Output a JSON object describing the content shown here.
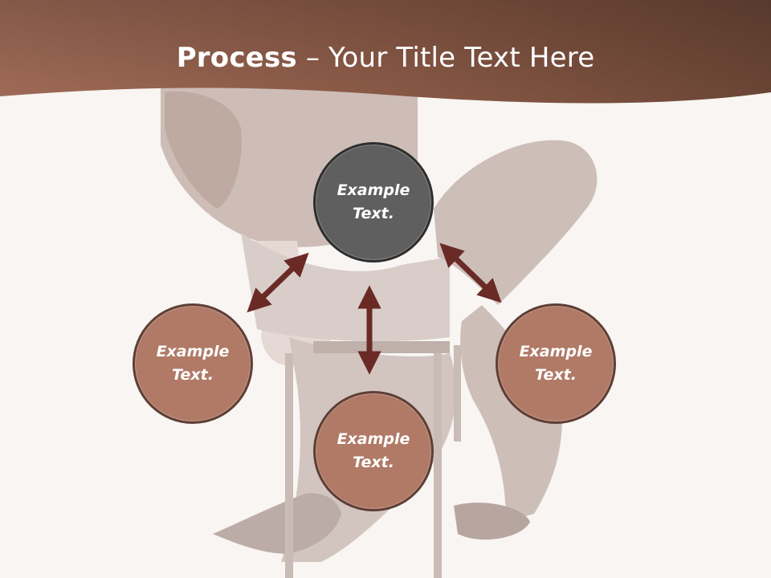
{
  "title": {
    "bold": "Process",
    "rest": " – Your Title Text Here"
  },
  "nodes": {
    "top": "Example\nText.",
    "left": "Example\nText.",
    "right": "Example\nText.",
    "bottom": "Example\nText."
  },
  "colors": {
    "header": "#9a6650",
    "arrow": "#6a2a26",
    "node_fill": "#b07a66",
    "node_center_fill": "#5f5f5f"
  }
}
